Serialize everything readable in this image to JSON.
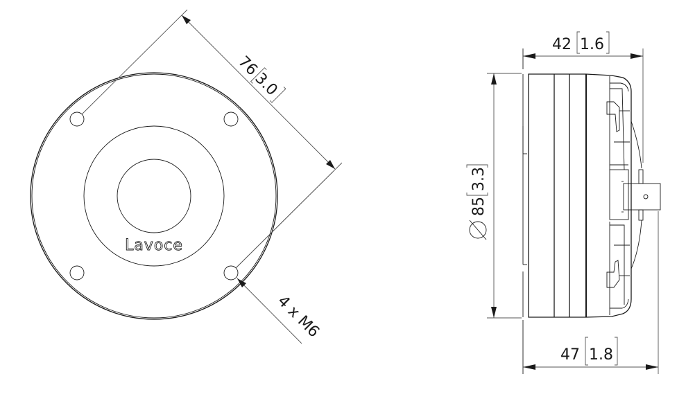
{
  "drawing": {
    "type": "technical dimension drawing",
    "product": "compression driver",
    "brand_logo": "Lavoce",
    "units": "mm [inch]"
  },
  "front_view": {
    "logo_text": "Lavoce",
    "bolt_circle": {
      "value_mm": "76",
      "value_in": "3.0"
    },
    "mounting_holes": {
      "label": "4 x M6",
      "count": 4,
      "thread": "M6"
    }
  },
  "side_view": {
    "depth_top": {
      "value_mm": "42",
      "value_in": "1.6"
    },
    "depth_overall": {
      "value_mm": "47",
      "value_in": "1.8"
    },
    "diameter": {
      "symbol": "Ø",
      "value_mm": "85",
      "value_in": "3.3"
    }
  },
  "colors": {
    "line": "#1a1a1a",
    "background": "#ffffff"
  }
}
